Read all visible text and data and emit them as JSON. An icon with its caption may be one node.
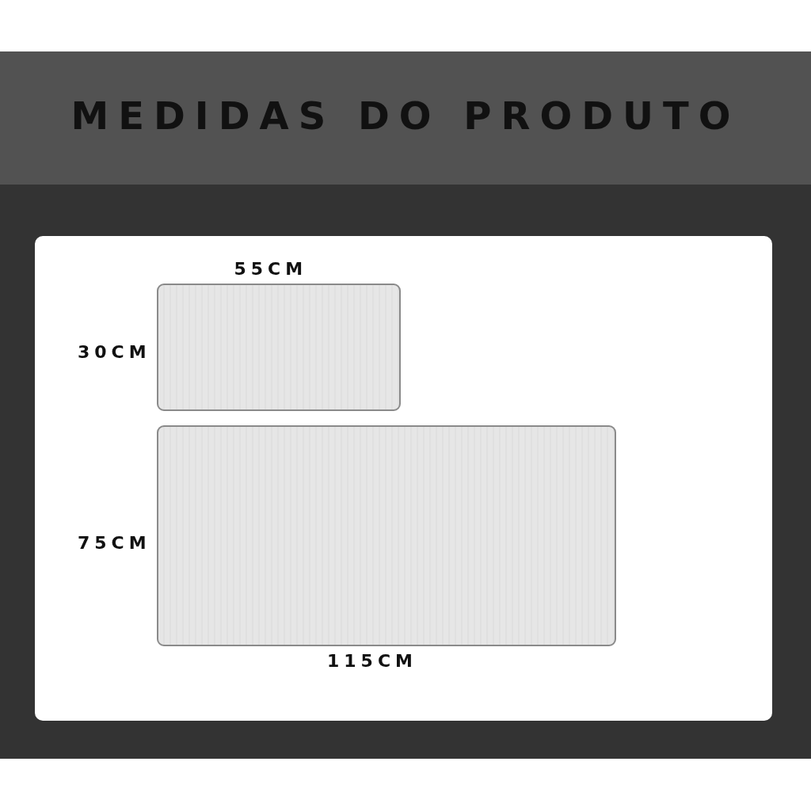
{
  "diagram": {
    "title": "MEDIDAS DO PRODUTO",
    "labels": [
      "55CM",
      "30CM",
      "75CM",
      "115CM"
    ]
  }
}
